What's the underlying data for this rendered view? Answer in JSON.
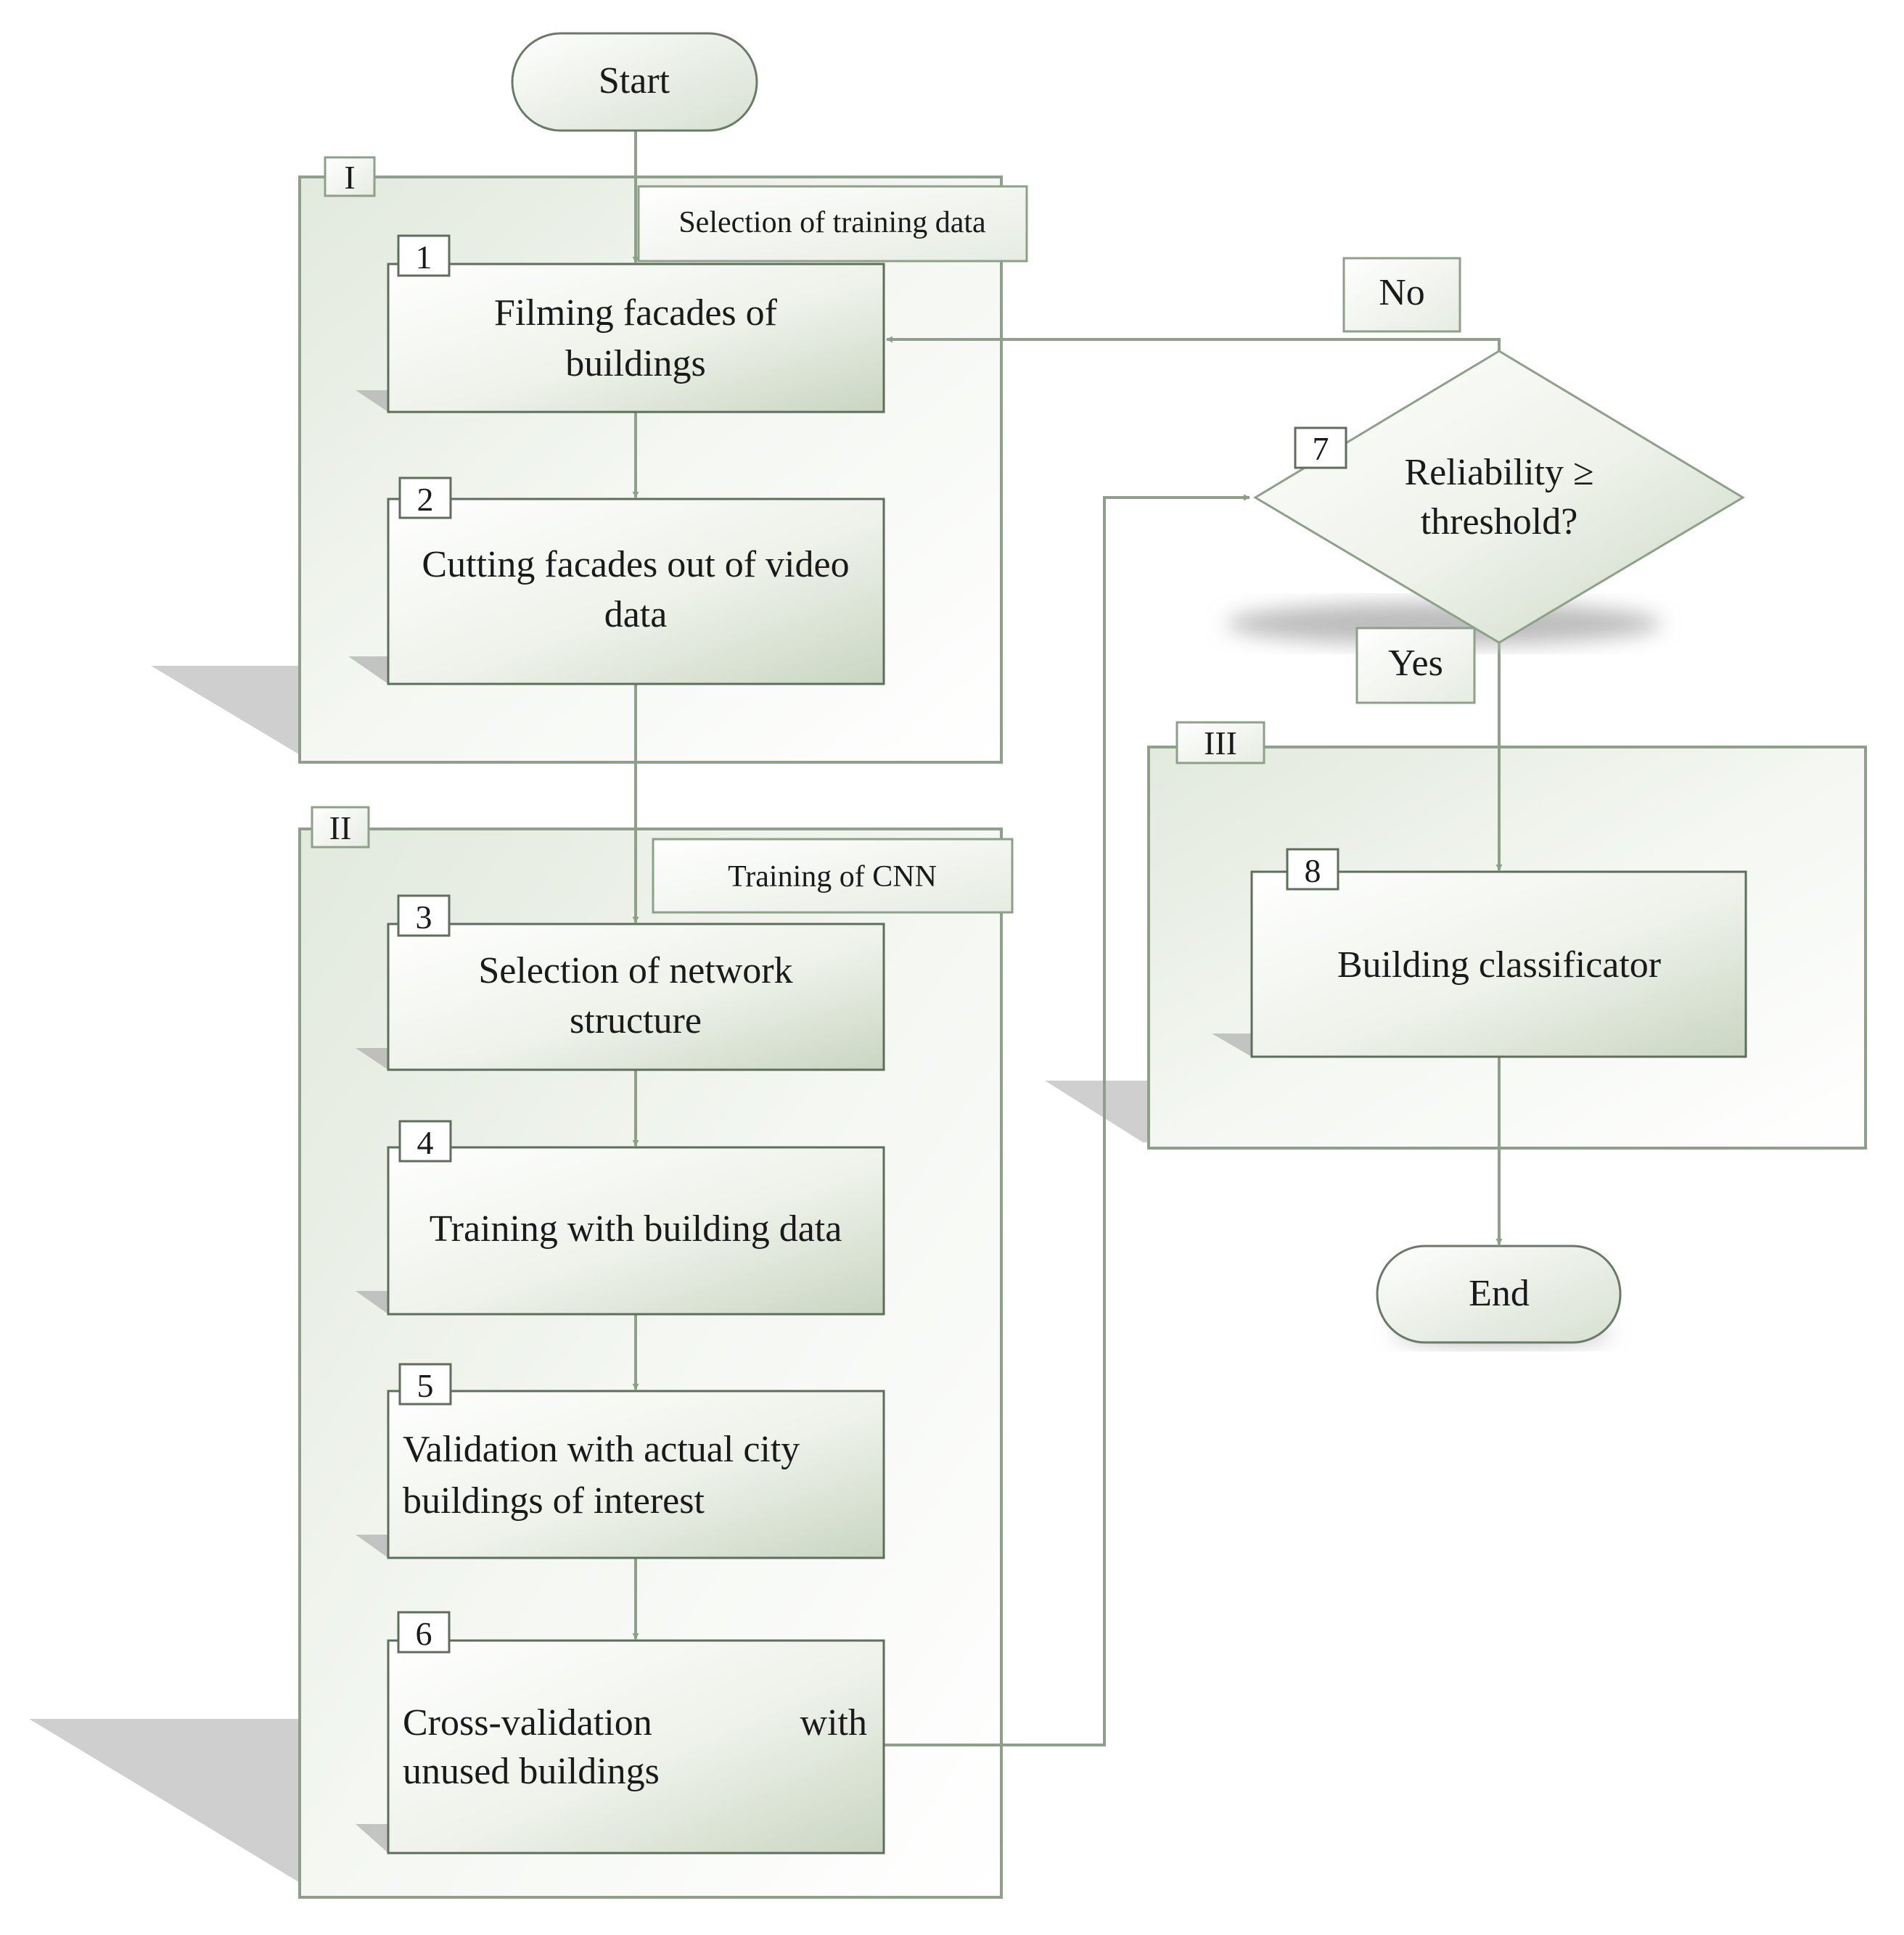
{
  "start": {
    "label": "Start"
  },
  "end": {
    "label": "End"
  },
  "groups": [
    {
      "id": "I",
      "caption": "Selection of training data"
    },
    {
      "id": "II",
      "caption": "Training of CNN"
    },
    {
      "id": "III"
    }
  ],
  "steps": [
    {
      "num": "1",
      "lines": [
        "Filming facades of",
        "buildings"
      ]
    },
    {
      "num": "2",
      "lines": [
        "Cutting facades out of video",
        "data"
      ]
    },
    {
      "num": "3",
      "lines": [
        "Selection of network",
        "structure"
      ]
    },
    {
      "num": "4",
      "lines": [
        "Training with building data"
      ]
    },
    {
      "num": "5",
      "lines": [
        "Validation with actual city",
        "buildings of interest"
      ]
    },
    {
      "num": "6",
      "lines": [
        "Cross-validation",
        "with",
        "unused buildings"
      ]
    },
    {
      "num": "8",
      "lines": [
        "Building classificator"
      ]
    }
  ],
  "decision": {
    "num": "7",
    "lines": [
      "Reliability ≥",
      "threshold?"
    ]
  },
  "branches": {
    "no": "No",
    "yes": "Yes"
  },
  "colors": {
    "line": "#8fa08a",
    "box_border": "#5f6e5c",
    "box_fill_light": "#ffffff",
    "box_fill_dark": "#cdd8c6",
    "group_fill": "#dfe6da",
    "shadow": "#c8c8c8"
  }
}
